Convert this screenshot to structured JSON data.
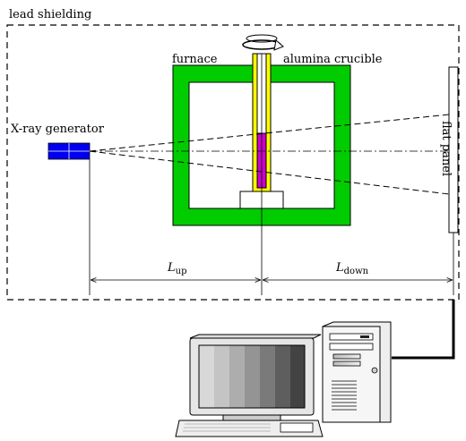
{
  "labels": {
    "lead_shielding": "lead shielding",
    "furnace": "furnace",
    "alumina_crucible": "alumina crucible",
    "xray_generator": "X-ray generator",
    "flat_panel": "flat panel",
    "l_up": "L",
    "l_up_sub": "up",
    "l_down": "L",
    "l_down_sub": "down"
  },
  "colors": {
    "furnace": "#00cc00",
    "crucible": "#ffff00",
    "sample": "#cc00cc",
    "xray_generator": "#0000ee",
    "outline": "#000000"
  }
}
